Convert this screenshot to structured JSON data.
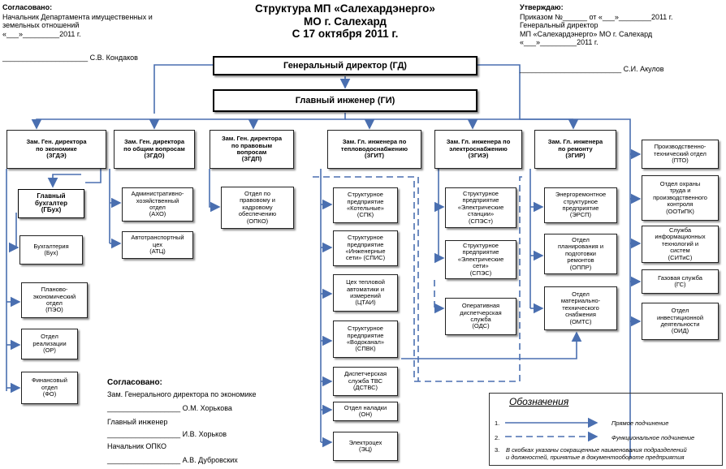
{
  "header": {
    "left_title": "Согласовано:",
    "left_lines": "Начальник Департамента имущественных и\nземельных отношений\n«___»_________2011 г.",
    "left_sign": "_____________________ С.В. Кондаков",
    "center_title": "Структура МП «Салехардэнерго»\nМО г. Салехард\nС 17 октября 2011 г.",
    "right_title": "Утверждаю:",
    "right_lines": "Приказом №______ от «___»________2011 г.\nГенеральный директор\nМП «Салехардэнерго» МО г. Салехард\n«___»_________2011 г.",
    "right_sign": "_________________________ С.И. Акулов"
  },
  "top": {
    "gd": "Генеральный директор (ГД)",
    "gi": "Главный инженер (ГИ)"
  },
  "deputies": {
    "zgde": "Зам. Ген. директора\nпо экономике\n(ЗГДЭ)",
    "zgdo": "Зам. Ген. директора\nпо общим вопросам\n(ЗГДО)",
    "zgdp": "Зам. Ген. директора\nпо правовым\nвопросам\n(ЗГДП)",
    "zgit": "Зам. Гл. инженера по\nтепловодоснабжению\n(ЗГИТ)",
    "zgie": "Зам. Гл. инженера по\nэлектроснабжению\n(ЗГИЭ)",
    "zgir": "Зам. Гл. инженера\nпо ремонту\n(ЗГИР)"
  },
  "econ": {
    "gbuh": "Главный\nбухгалтер\n(ГБух)",
    "buh": "Бухгалтерия\n(Бух)",
    "peo": "Планово-\nэкономический\nотдел\n(ПЭО)",
    "or": "Отдел\nреализации\n(ОР)",
    "fo": "Финансовый\nотдел\n(ФО)"
  },
  "general": {
    "aho": "Административно-\nхозяйственный\nотдел\n(АХО)",
    "atc": "Автотранспортный\nцех\n(АТЦ)"
  },
  "legal": {
    "opko": "Отдел по\nправовому и\nкадровому\nобеспечению\n(ОПКО)"
  },
  "heat": {
    "spk": "Структурное\nпредприятие\n«Котельные»\n(СПК)",
    "spis": "Структурное\nпредприятие\n«Инженерные\nсети» (СПИС)",
    "ctai": "Цех тепловой\nавтоматики и\nизмерений\n(ЦТАИ)",
    "spvk": "Структурное\nпредприятие\n«Водоканал»\n(СПВК)",
    "dstvs": "Диспетчерская\nслужба ТВС\n(ДСТВС)",
    "on": "Отдел наладки\n(ОН)",
    "ec": "Электроцех\n(ЭЦ)"
  },
  "elec": {
    "spest": "Структурное\nпредприятие\n«Электрические\nстанции»\n(СПЭСт)",
    "spes": "Структурное\nпредприятие\n«Электрические\nсети»\n(СПЭС)",
    "ods": "Оперативная\nдиспетчерская\nслужба\n(ОДС)"
  },
  "repair": {
    "ersp": "Энергоремонтное\nструктурное\nпредприятие\n(ЭРСП)",
    "oppr": "Отдел\nпланирования и\nподготовки\nремонтов\n(ОППР)",
    "omts": "Отдел\nматериально-\nтехнического\nснабжения\n(ОМТС)"
  },
  "chief": {
    "pto": "Производственно-\nтехнический отдел\n(ПТО)",
    "ootipk": "Отдел охраны\nтруда и\nпроизводственного\nконтроля\n(ООТиПК)",
    "sitis": "Служба\nинформационных\nтехнологий и\nсистем\n(СИТиС)",
    "gs": "Газовая служба\n(ГС)",
    "oid": "Отдел\nинвестиционной\nдеятельности\n(ОИД)"
  },
  "approval": {
    "title": "Согласовано:",
    "l1": "Зам. Генерального директора по экономике",
    "s1": "__________________ О.М. Хорькова",
    "l2": "Главный инженер",
    "s2": "__________________ И.В. Хорьков",
    "l3": "Начальник ОПКО",
    "s3": "__________________ А.В. Дубровских"
  },
  "legend": {
    "title": "Обозначения",
    "n1": "1.",
    "t1": "Прямое подчинение",
    "n2": "2.",
    "t2": "Функциональное подчинение",
    "n3": "3.",
    "t3": "В скобках указаны сокращенные наименования подразделений\nи должностей, принятые в документообороте предприятия"
  },
  "colors": {
    "line": "#4a6fb0"
  }
}
